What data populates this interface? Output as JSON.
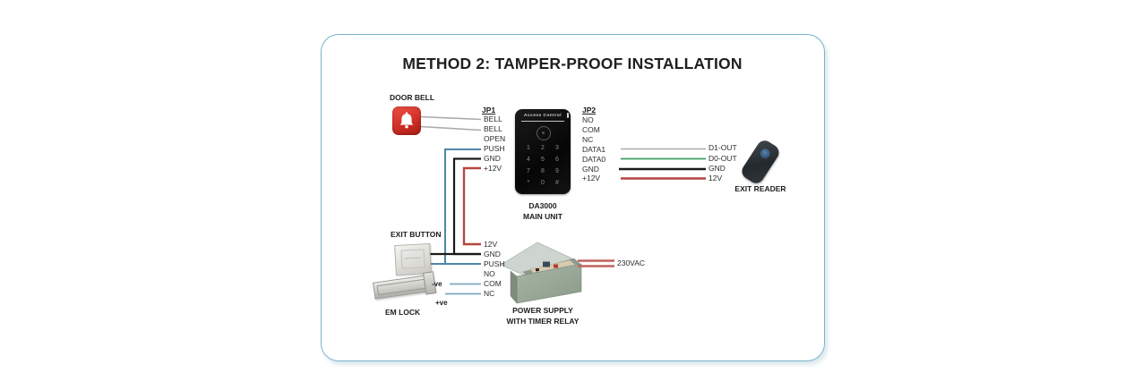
{
  "title": "METHOD 2: TAMPER-PROOF INSTALLATION",
  "colors": {
    "frame_border": "#78b4ca",
    "wire_gray": "#ababab",
    "wire_green": "#3f9e63",
    "wire_black": "#1a1a1a",
    "wire_red": "#b5453f",
    "wire_blue": "#4e87a8",
    "wire_lightblue": "#7fa6bf",
    "wire_ac_red": "#c0625c",
    "bell_red": "#d6352b"
  },
  "door_bell": {
    "label": "DOOR BELL"
  },
  "jp1": {
    "header": "JP1",
    "pins": [
      "BELL",
      "BELL",
      "OPEN",
      "PUSH",
      "GND",
      "+12V"
    ]
  },
  "main_unit": {
    "brand": "Access Control",
    "keys": [
      "1",
      "2",
      "3",
      "4",
      "5",
      "6",
      "7",
      "8",
      "9",
      "*",
      "0",
      "#"
    ],
    "model": "DA3000",
    "name": "MAIN UNIT"
  },
  "jp2": {
    "header": "JP2",
    "pins": [
      "NO",
      "COM",
      "NC",
      "DATA1",
      "DATA0",
      "GND",
      "+12V"
    ]
  },
  "reader_outputs": [
    "D1-OUT",
    "D0-OUT",
    "GND",
    "12V"
  ],
  "exit_reader": {
    "label": "EXIT READER"
  },
  "psu_terminals": [
    "12V",
    "GND",
    "PUSH",
    "NO",
    "COM",
    "NC"
  ],
  "exit_button": {
    "label": "EXIT BUTTON"
  },
  "em_lock": {
    "label": "EM LOCK",
    "negative": "-ve",
    "positive": "+ve"
  },
  "power_supply": {
    "label_line1": "POWER SUPPLY",
    "label_line2": "WITH TIMER RELAY",
    "input_voltage": "230VAC"
  }
}
